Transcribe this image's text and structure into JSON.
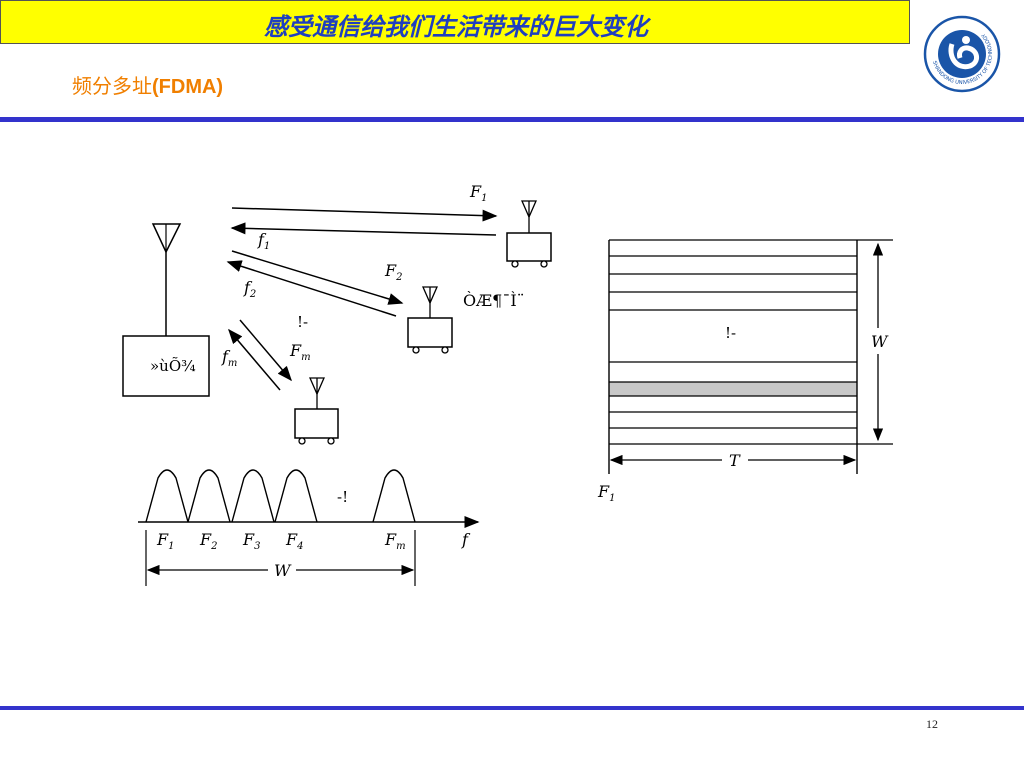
{
  "header": {
    "title": "感受通信给我们生活带来的巨大变化",
    "subtitle_cn": "频分多址",
    "subtitle_en": "(FDMA)"
  },
  "logo": {
    "emblem_icon": "university-logo-icon",
    "ring_text": "SHANDONG UNIVERSITY OF TECHNOLOGY"
  },
  "diagram": {
    "base_station_label": "»ùÕ¾",
    "mobile_label": "ÒÆ¶¯Ì¨",
    "freq_F1": "F",
    "freq_F1_sub": "1",
    "freq_f1": "f",
    "freq_f1_sub": "1",
    "freq_F2": "F",
    "freq_F2_sub": "2",
    "freq_f2": "f",
    "freq_f2_sub": "2",
    "freq_Fm": "F",
    "freq_Fm_sub": "m",
    "freq_fm": "f",
    "freq_fm_sub": "m",
    "ellipsis_a": "!-",
    "ellipsis_b": "!-",
    "ellipsis_c": "-!"
  },
  "spectrum": {
    "axis_label": "f",
    "width_label": "W",
    "ticks": [
      {
        "main": "F",
        "sub": "1"
      },
      {
        "main": "F",
        "sub": "2"
      },
      {
        "main": "F",
        "sub": "3"
      },
      {
        "main": "F",
        "sub": "4"
      },
      {
        "main": "F",
        "sub": "m"
      }
    ]
  },
  "timefreq": {
    "w_label": "W",
    "t_label": "T",
    "f1_label": "F",
    "f1_sub": "1",
    "highlight_color": "#c8c8c8"
  },
  "footer": {
    "page_number": "12"
  }
}
